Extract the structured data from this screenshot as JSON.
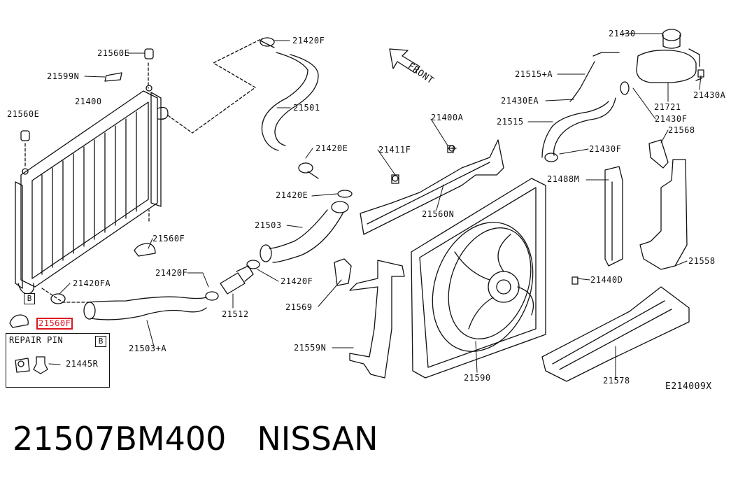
{
  "labels": {
    "l_21420F_top": "21420F",
    "l_21560E_top": "21560E",
    "l_21599N": "21599N",
    "l_21400": "21400",
    "l_21560E_left": "21560E",
    "l_21501": "21501",
    "l_21420E_mid": "21420E",
    "l_21420E": "21420E",
    "l_21503": "21503",
    "l_21560F": "21560F",
    "l_21420F_mid": "21420F",
    "l_21420FA": "21420FA",
    "l_21420F_right": "21420F",
    "l_21512": "21512",
    "l_21503A": "21503+A",
    "l_21560F_hl": "21560F",
    "l_21445R": "21445R",
    "l_front": "FRONT",
    "l_21400A": "21400A",
    "l_21411F": "21411F",
    "l_21560N": "21560N",
    "l_21569": "21569",
    "l_21559N": "21559N",
    "l_21590": "21590",
    "l_21430": "21430",
    "l_21515A": "21515+A",
    "l_21430EA": "21430EA",
    "l_21515": "21515",
    "l_21430F_a": "21430F",
    "l_21430F_b": "21430F",
    "l_21721": "21721",
    "l_21430A": "21430A",
    "l_21568": "21568",
    "l_21488M": "21488M",
    "l_21558": "21558",
    "l_21440D": "21440D",
    "l_21578": "21578",
    "l_diagram_id": "E214009X"
  },
  "repair_box": {
    "title": "REPAIR PIN",
    "tag": "B"
  },
  "tag_b": "B",
  "caption": {
    "part_number": "21507BM400",
    "brand": "NISSAN"
  },
  "colors": {
    "highlight": "#e0141e",
    "ink": "#111111"
  }
}
